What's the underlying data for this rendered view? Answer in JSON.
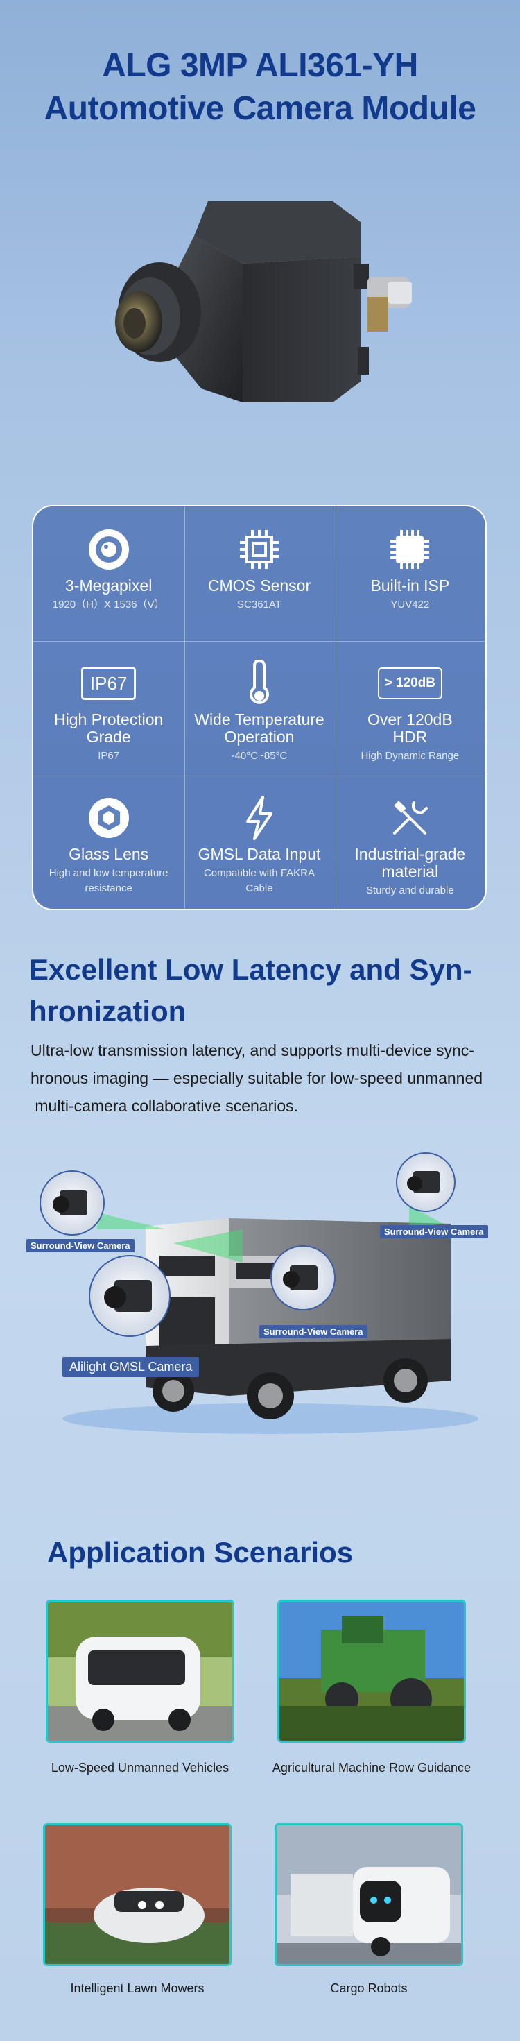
{
  "header": {
    "title_line1": "ALG 3MP ALI361-YH",
    "title_line2": "Automotive Camera Module"
  },
  "specs": [
    {
      "icon": "aperture-icon",
      "name": "3-Megapixel",
      "sub": "1920（H）X 1536（V）"
    },
    {
      "icon": "cpu-chip-icon",
      "name": "CMOS Sensor",
      "sub": "SC361AT"
    },
    {
      "icon": "chip-icon",
      "name": "Built-in ISP",
      "sub": "YUV422"
    },
    {
      "icon": "ip67-badge-icon",
      "icon_text": "IP67",
      "name": "High Protection Grade",
      "sub": "IP67"
    },
    {
      "icon": "thermometer-icon",
      "name": "Wide Temperature Operation",
      "sub": "-40°C~85°C"
    },
    {
      "icon": "hdr-badge-icon",
      "icon_text": "> 120dB",
      "name": "Over 120dB HDR",
      "sub": "High Dynamic Range"
    },
    {
      "icon": "hexagon-lens-icon",
      "name": "Glass Lens",
      "sub": "High and low temperature resistance"
    },
    {
      "icon": "lightning-icon",
      "name": "GMSL Data Input",
      "sub": "Compatible with FAKRA Cable"
    },
    {
      "icon": "wrench-screwdriver-icon",
      "name": "Industrial-grade material",
      "sub": "Sturdy and durable"
    }
  ],
  "latency": {
    "heading_line1": "Excellent Low Latency and Syn-",
    "heading_line2": "hronization",
    "para_line1": "Ultra-low transmission latency, and supports multi-device sync-",
    "para_line2": "hronous imaging — especially suitable for low-speed unmanned",
    "para_line3": " multi-camera collaborative scenarios.",
    "tags": {
      "surround_left": "Surround-View Camera",
      "surround_right": "Surround-View Camera",
      "surround_mid": "Surround-View Camera",
      "gmsl": "Alilight GMSL Camera"
    }
  },
  "applications": {
    "heading": "Application Scenarios",
    "items": [
      {
        "caption": "Low-Speed Unmanned Vehicles"
      },
      {
        "caption": "Agricultural Machine Row Guidance"
      },
      {
        "caption": "Intelligent Lawn Mowers"
      },
      {
        "caption": "Cargo Robots"
      }
    ]
  }
}
